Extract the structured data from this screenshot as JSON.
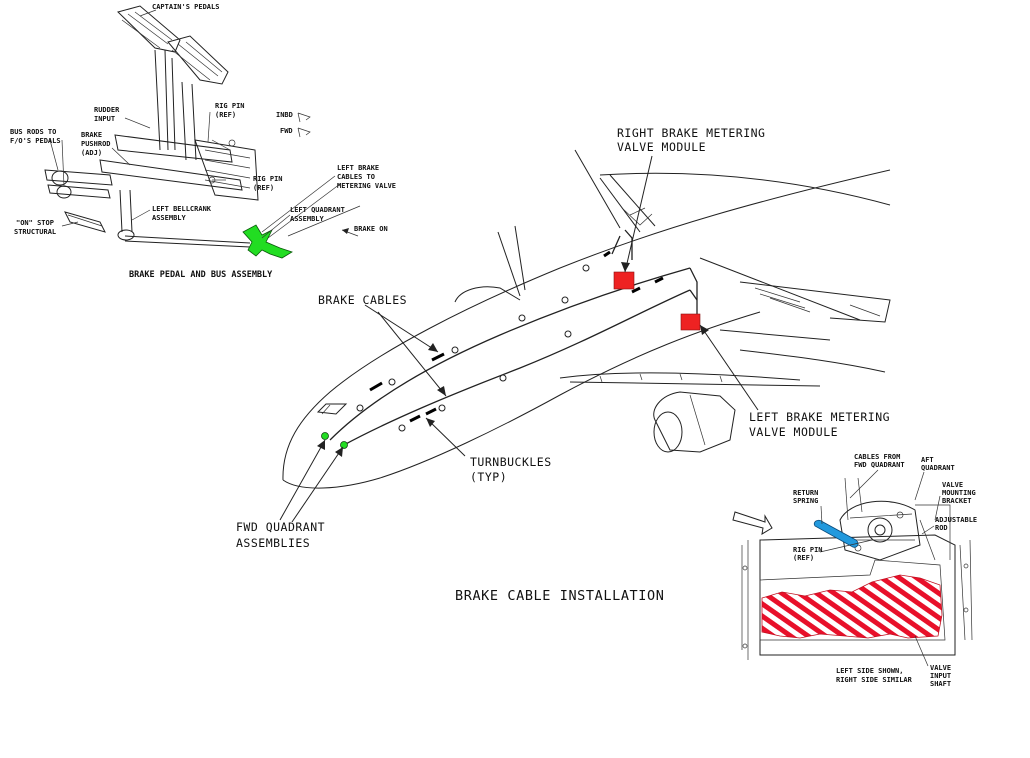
{
  "colors": {
    "quadrant_highlight": "#22dd22",
    "metering_valve": "#ee2222",
    "return_spring": "#2299dd",
    "valve_hatch": "#e8102a"
  },
  "inset_pedal": {
    "title": "BRAKE PEDAL AND BUS ASSEMBLY",
    "labels": {
      "captains_pedals": "CAPTAIN'S PEDALS",
      "rudder_input_1": "RUDDER",
      "rudder_input_2": "INPUT",
      "rig_pin_top_1": "RIG PIN",
      "rig_pin_top_2": "(REF)",
      "inbd": "INBD",
      "fwd": "FWD",
      "bus_rods_1": "BUS RODS TO",
      "bus_rods_2": "F/O'S PEDALS",
      "brake_pushrod_1": "BRAKE",
      "brake_pushrod_2": "PUSHROD",
      "brake_pushrod_3": "(ADJ)",
      "rig_pin_mid_1": "RIG PIN",
      "rig_pin_mid_2": "(REF)",
      "left_brake_cables_1": "LEFT BRAKE",
      "left_brake_cables_2": "CABLES TO",
      "left_brake_cables_3": "METERING VALVE",
      "left_bellcrank_1": "LEFT BELLCRANK",
      "left_bellcrank_2": "ASSEMBLY",
      "left_quadrant_1": "LEFT QUADRANT",
      "left_quadrant_2": "ASSEMBLY",
      "on_stop_1": "\"ON\" STOP",
      "on_stop_2": "STRUCTURAL",
      "brake_on": "BRAKE ON"
    }
  },
  "main": {
    "title": "BRAKE CABLE INSTALLATION",
    "labels": {
      "right_valve_1": "RIGHT BRAKE METERING",
      "right_valve_2": "VALVE MODULE",
      "brake_cables": "BRAKE CABLES",
      "left_valve_1": "LEFT BRAKE METERING",
      "left_valve_2": "VALVE MODULE",
      "turnbuckles_1": "TURNBUCKLES",
      "turnbuckles_2": "(TYP)",
      "fwd_quadrant_1": "FWD QUADRANT",
      "fwd_quadrant_2": "ASSEMBLIES"
    }
  },
  "inset_valve": {
    "labels": {
      "cables_from_1": "CABLES FROM",
      "cables_from_2": "FWD QUADRANT",
      "aft_quadrant_1": "AFT",
      "aft_quadrant_2": "QUADRANT",
      "return_spring_1": "RETURN",
      "return_spring_2": "SPRING",
      "valve_mounting_1": "VALVE",
      "valve_mounting_2": "MOUNTING",
      "valve_mounting_3": "BRACKET",
      "adjustable_rod_1": "ADJUSTABLE",
      "adjustable_rod_2": "ROD",
      "rig_pin_1": "RIG PIN",
      "rig_pin_2": "(REF)",
      "left_side_1": "LEFT SIDE SHOWN,",
      "left_side_2": "RIGHT SIDE SIMILAR",
      "valve_input_1": "VALVE",
      "valve_input_2": "INPUT",
      "valve_input_3": "SHAFT"
    }
  }
}
